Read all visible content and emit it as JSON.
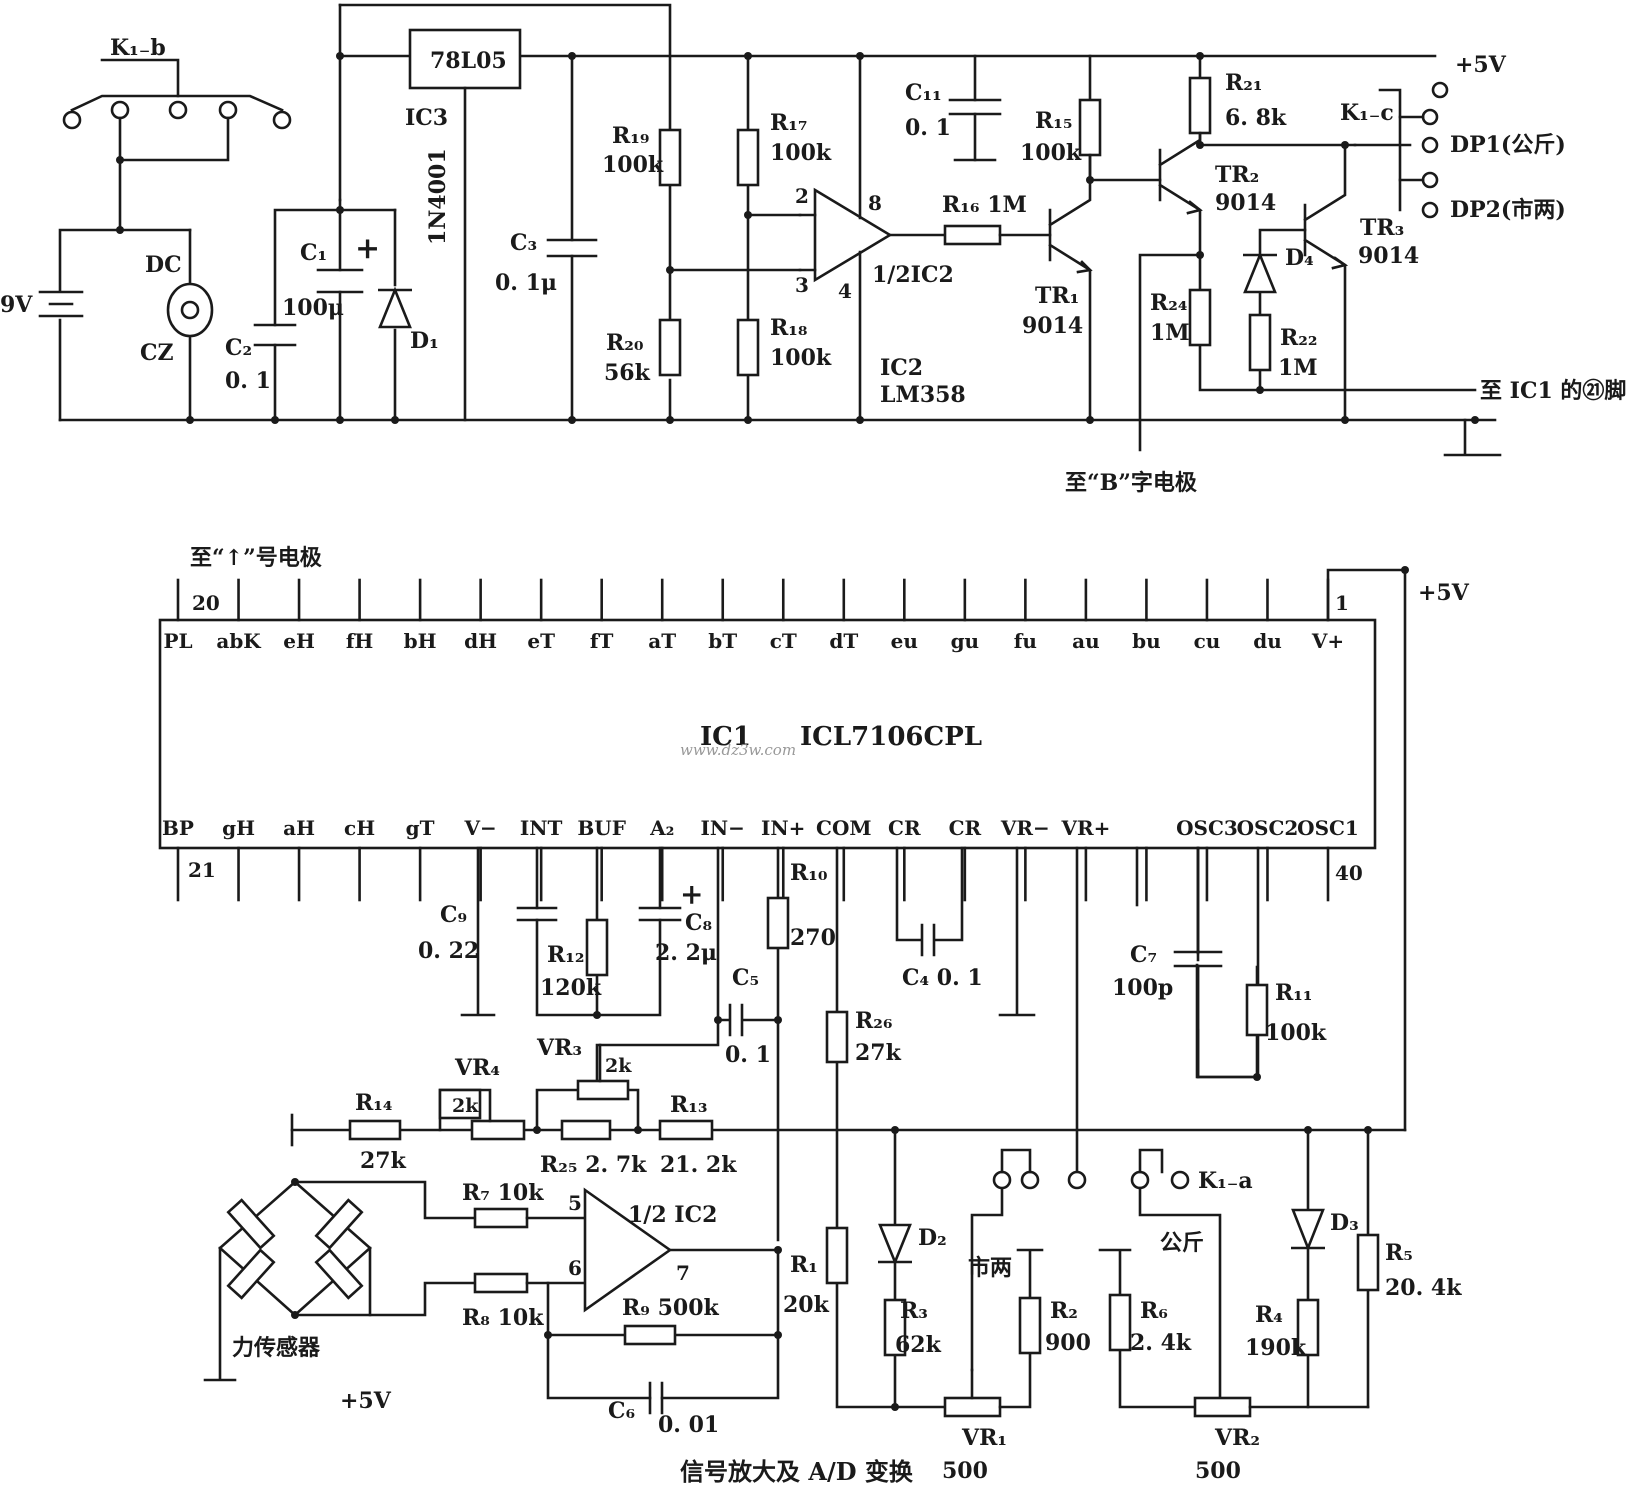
{
  "top": {
    "k1b": "K₁₋b",
    "battery": "9V",
    "dc": "DC",
    "cz": "CZ",
    "c2": "C₂",
    "c2v": "0. 1",
    "c1": "C₁",
    "c1v": "100μ",
    "plus": "+",
    "d1": "D₁",
    "diode1": "1N4001",
    "reg": "78L05",
    "ic3": "IC3",
    "c3": "C₃",
    "c3v": "0. 1μ",
    "r19": "R₁₉",
    "r19v": "100k",
    "r20": "R₂₀",
    "r20v": "56k",
    "r17": "R₁₇",
    "r17v": "100k",
    "r18": "R₁₈",
    "r18v": "100k",
    "p2": "2",
    "p3": "3",
    "p8": "8",
    "p4": "4",
    "half_ic2": "1/2IC2",
    "ic2": "IC2",
    "lm358": "LM358",
    "c11": "C₁₁",
    "c11v": "0. 1",
    "r16": "R₁₆ 1M",
    "tr1": "TR₁",
    "tr1v": "9014",
    "r15": "R₁₅",
    "r15v": "100k",
    "tr2": "TR₂",
    "tr2v": "9014",
    "r21": "R₂₁",
    "r21v": "6. 8k",
    "r24": "R₂₄",
    "r24v": "1M",
    "d4": "D₄",
    "r22": "R₂₂",
    "r22v": "1M",
    "tr3": "TR₃",
    "tr3v": "9014",
    "k1c": "K₁₋c",
    "dp1": "DP1(公斤)",
    "dp2": "DP2(市两)",
    "vplus": "+5V",
    "to_ic1": "至 IC1 的㉑脚",
    "to_b": "至“B”字电极"
  },
  "ic1": {
    "name": "IC1",
    "part": "ICL7106CPL",
    "top_pins": [
      "PL",
      "abK",
      "eH",
      "fH",
      "bH",
      "dH",
      "eT",
      "fT",
      "aT",
      "bT",
      "cT",
      "dT",
      "eu",
      "gu",
      "fu",
      "au",
      "bu",
      "cu",
      "du",
      "V+"
    ],
    "bottom_pins": [
      "BP",
      "gH",
      "aH",
      "cH",
      "gT",
      "V−",
      "INT",
      "BUF",
      "A₂",
      "IN−",
      "IN+",
      "COM",
      "CR",
      "CR",
      "VR−",
      "VR+",
      "",
      "OSC3",
      "OSC2",
      "OSC1"
    ],
    "pin20": "20",
    "pin1": "1",
    "pin21": "21",
    "pin40": "40",
    "to_arrow": "至“↑”号电极",
    "vplus": "+5V",
    "watermark": "www.dz3w.com"
  },
  "bottom": {
    "c9": "C₉",
    "c9v": "0. 22",
    "r12": "R₁₂",
    "r12v": "120k",
    "c8": "C₈",
    "c8v": "2. 2μ",
    "plus": "+",
    "c5": "C₅",
    "c5v": "0. 1",
    "r10": "R₁₀",
    "r10v": "270",
    "c4": "C₄ 0. 1",
    "c7": "C₇",
    "c7v": "100p",
    "r11": "R₁₁",
    "r11v": "100k",
    "r26": "R₂₆",
    "r26v": "27k",
    "vr4": "VR₄",
    "vr4v": "2k",
    "vr3": "VR₃",
    "vr3v": "2k",
    "r14": "R₁₄",
    "r14v": "27k",
    "r25": "R₂₅ 2. 7k",
    "r13": "R₁₃",
    "r13v": "21. 2k",
    "r7": "R₇ 10k",
    "r8": "R₈ 10k",
    "p5": "5",
    "p6": "6",
    "p7": "7",
    "half_ic2": "1/2 IC2",
    "r9": "R₉ 500k",
    "c6": "C₆",
    "c6v": "0. 01",
    "sensor": "力传感器",
    "vplus": "+5V",
    "r1": "R₁",
    "r1v": "20k",
    "d2": "D₂",
    "r3": "R₃",
    "r3v": "62k",
    "shiliang": "市两",
    "r2": "R₂",
    "r2v": "900",
    "vr1": "VR₁",
    "vr1v": "500",
    "k1a": "K₁₋a",
    "gongjin": "公斤",
    "r6": "R₆",
    "r6v": "2. 4k",
    "vr2": "VR₂",
    "vr2v": "500",
    "d3": "D₃",
    "r4": "R₄",
    "r4v": "190k",
    "r5": "R₅",
    "r5v": "20. 4k",
    "caption": "信号放大及 A/D 变换"
  }
}
